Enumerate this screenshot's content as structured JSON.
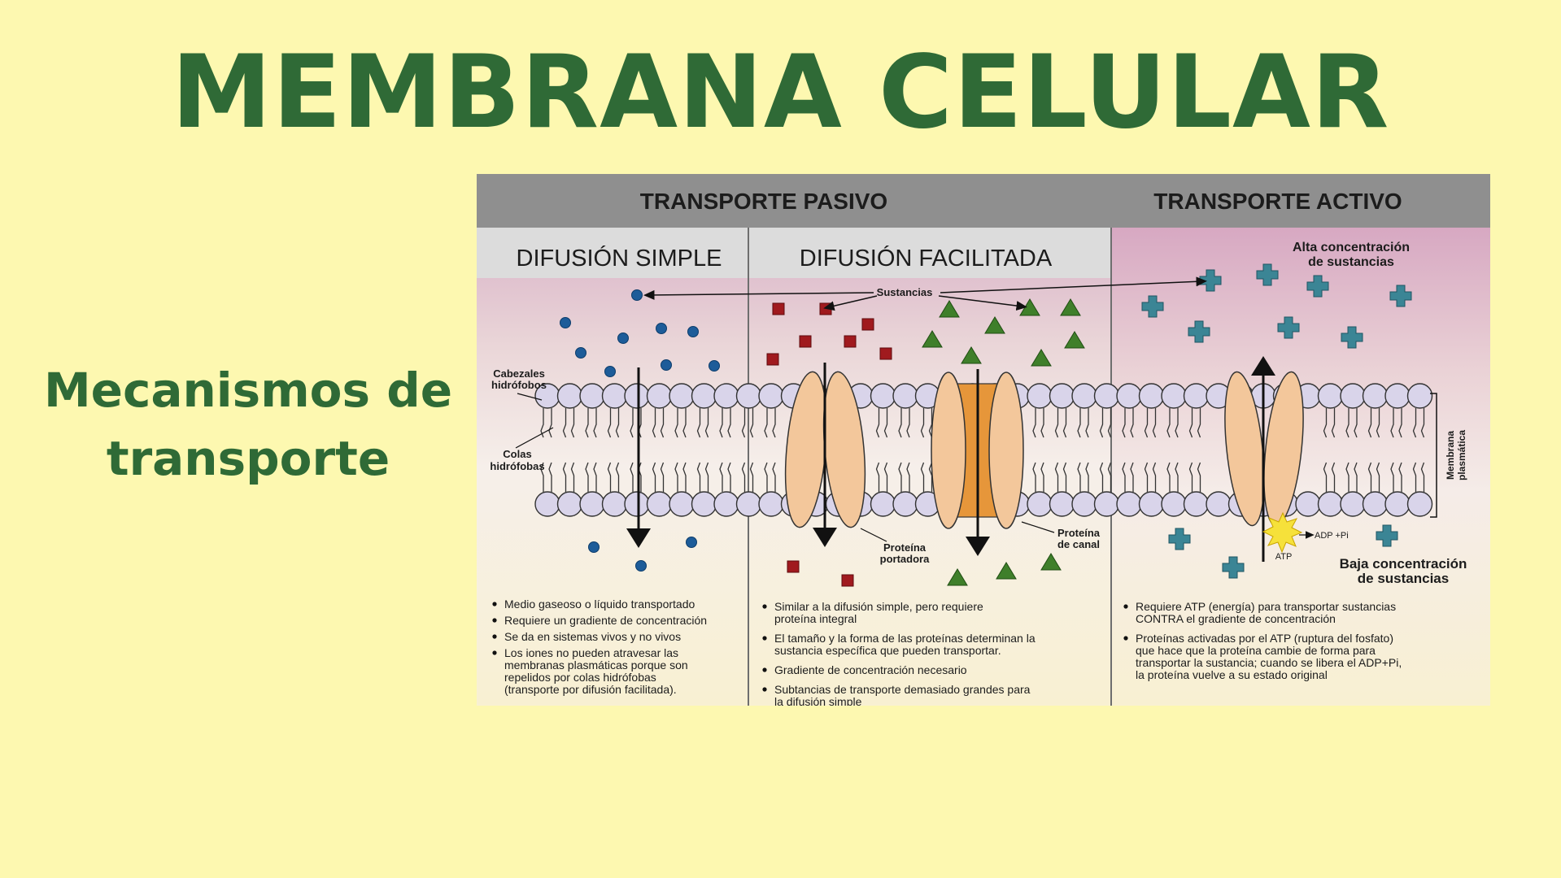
{
  "title": "MEMBRANA CELULAR",
  "subtitle_lines": [
    "Mecanismos de",
    "transporte"
  ],
  "diagram": {
    "header_passive": "TRANSPORTE PASIVO",
    "header_active": "TRANSPORTE ACTIVO",
    "sub_simple": "DIFUSIÓN SIMPLE",
    "sub_facilitated": "DIFUSIÓN FACILITADA",
    "labels": {
      "substances": "Sustancias",
      "heads_1": "Cabezales",
      "heads_2": "hidrófobos",
      "tails_1": "Colas",
      "tails_2": "hidrófobas",
      "carrier_1": "Proteína",
      "carrier_2": "portadora",
      "channel_1": "Proteína",
      "channel_2": "de canal",
      "membrane_1": "Membrana",
      "membrane_2": "plasmática",
      "high_1": "Alta concentración",
      "high_2": "de sustancias",
      "low_1": "Baja concentración",
      "low_2": "de sustancias",
      "atp": "ATP",
      "adp": "ADP +Pi"
    },
    "bullets_simple": [
      [
        "Medio gaseoso o líquido transportado"
      ],
      [
        "Requiere un gradiente de concentración"
      ],
      [
        "Se da en sistemas vivos y no vivos"
      ],
      [
        "Los iones no pueden atravesar las",
        "membranas plasmáticas porque son",
        "repelidos por colas hidrófobas",
        "(transporte por difusión facilitada)."
      ]
    ],
    "bullets_facilitated": [
      [
        "Similar a la difusión simple, pero requiere",
        "proteína integral"
      ],
      [
        "El tamaño y la forma de las proteínas determinan la",
        "sustancia específica que pueden transportar."
      ],
      [
        "Gradiente de concentración necesario"
      ],
      [
        "Subtancias de transporte demasiado grandes para",
        "la difusión simple"
      ]
    ],
    "bullets_active": [
      [
        "Requiere ATP (energía) para transportar sustancias",
        "CONTRA el gradiente de concentración"
      ],
      [
        "Proteínas activadas por el ATP (ruptura del fosfato)",
        "que hace que la proteína cambie de forma para",
        "transportar la sustancia; cuando se libera el ADP+Pi,",
        "la proteína vuelve a su estado original"
      ]
    ]
  },
  "colors": {
    "title_green": "#2f6a36",
    "background": "#fdf8b0",
    "header_gray": "#8f8f8f",
    "circle_blue": "#1d5c99",
    "square_red": "#a01a1e",
    "triangle_green": "#3f7f2a",
    "cross_teal": "#3b8595",
    "protein_tan": "#f3c79b",
    "channel_orange": "#e6963a"
  }
}
